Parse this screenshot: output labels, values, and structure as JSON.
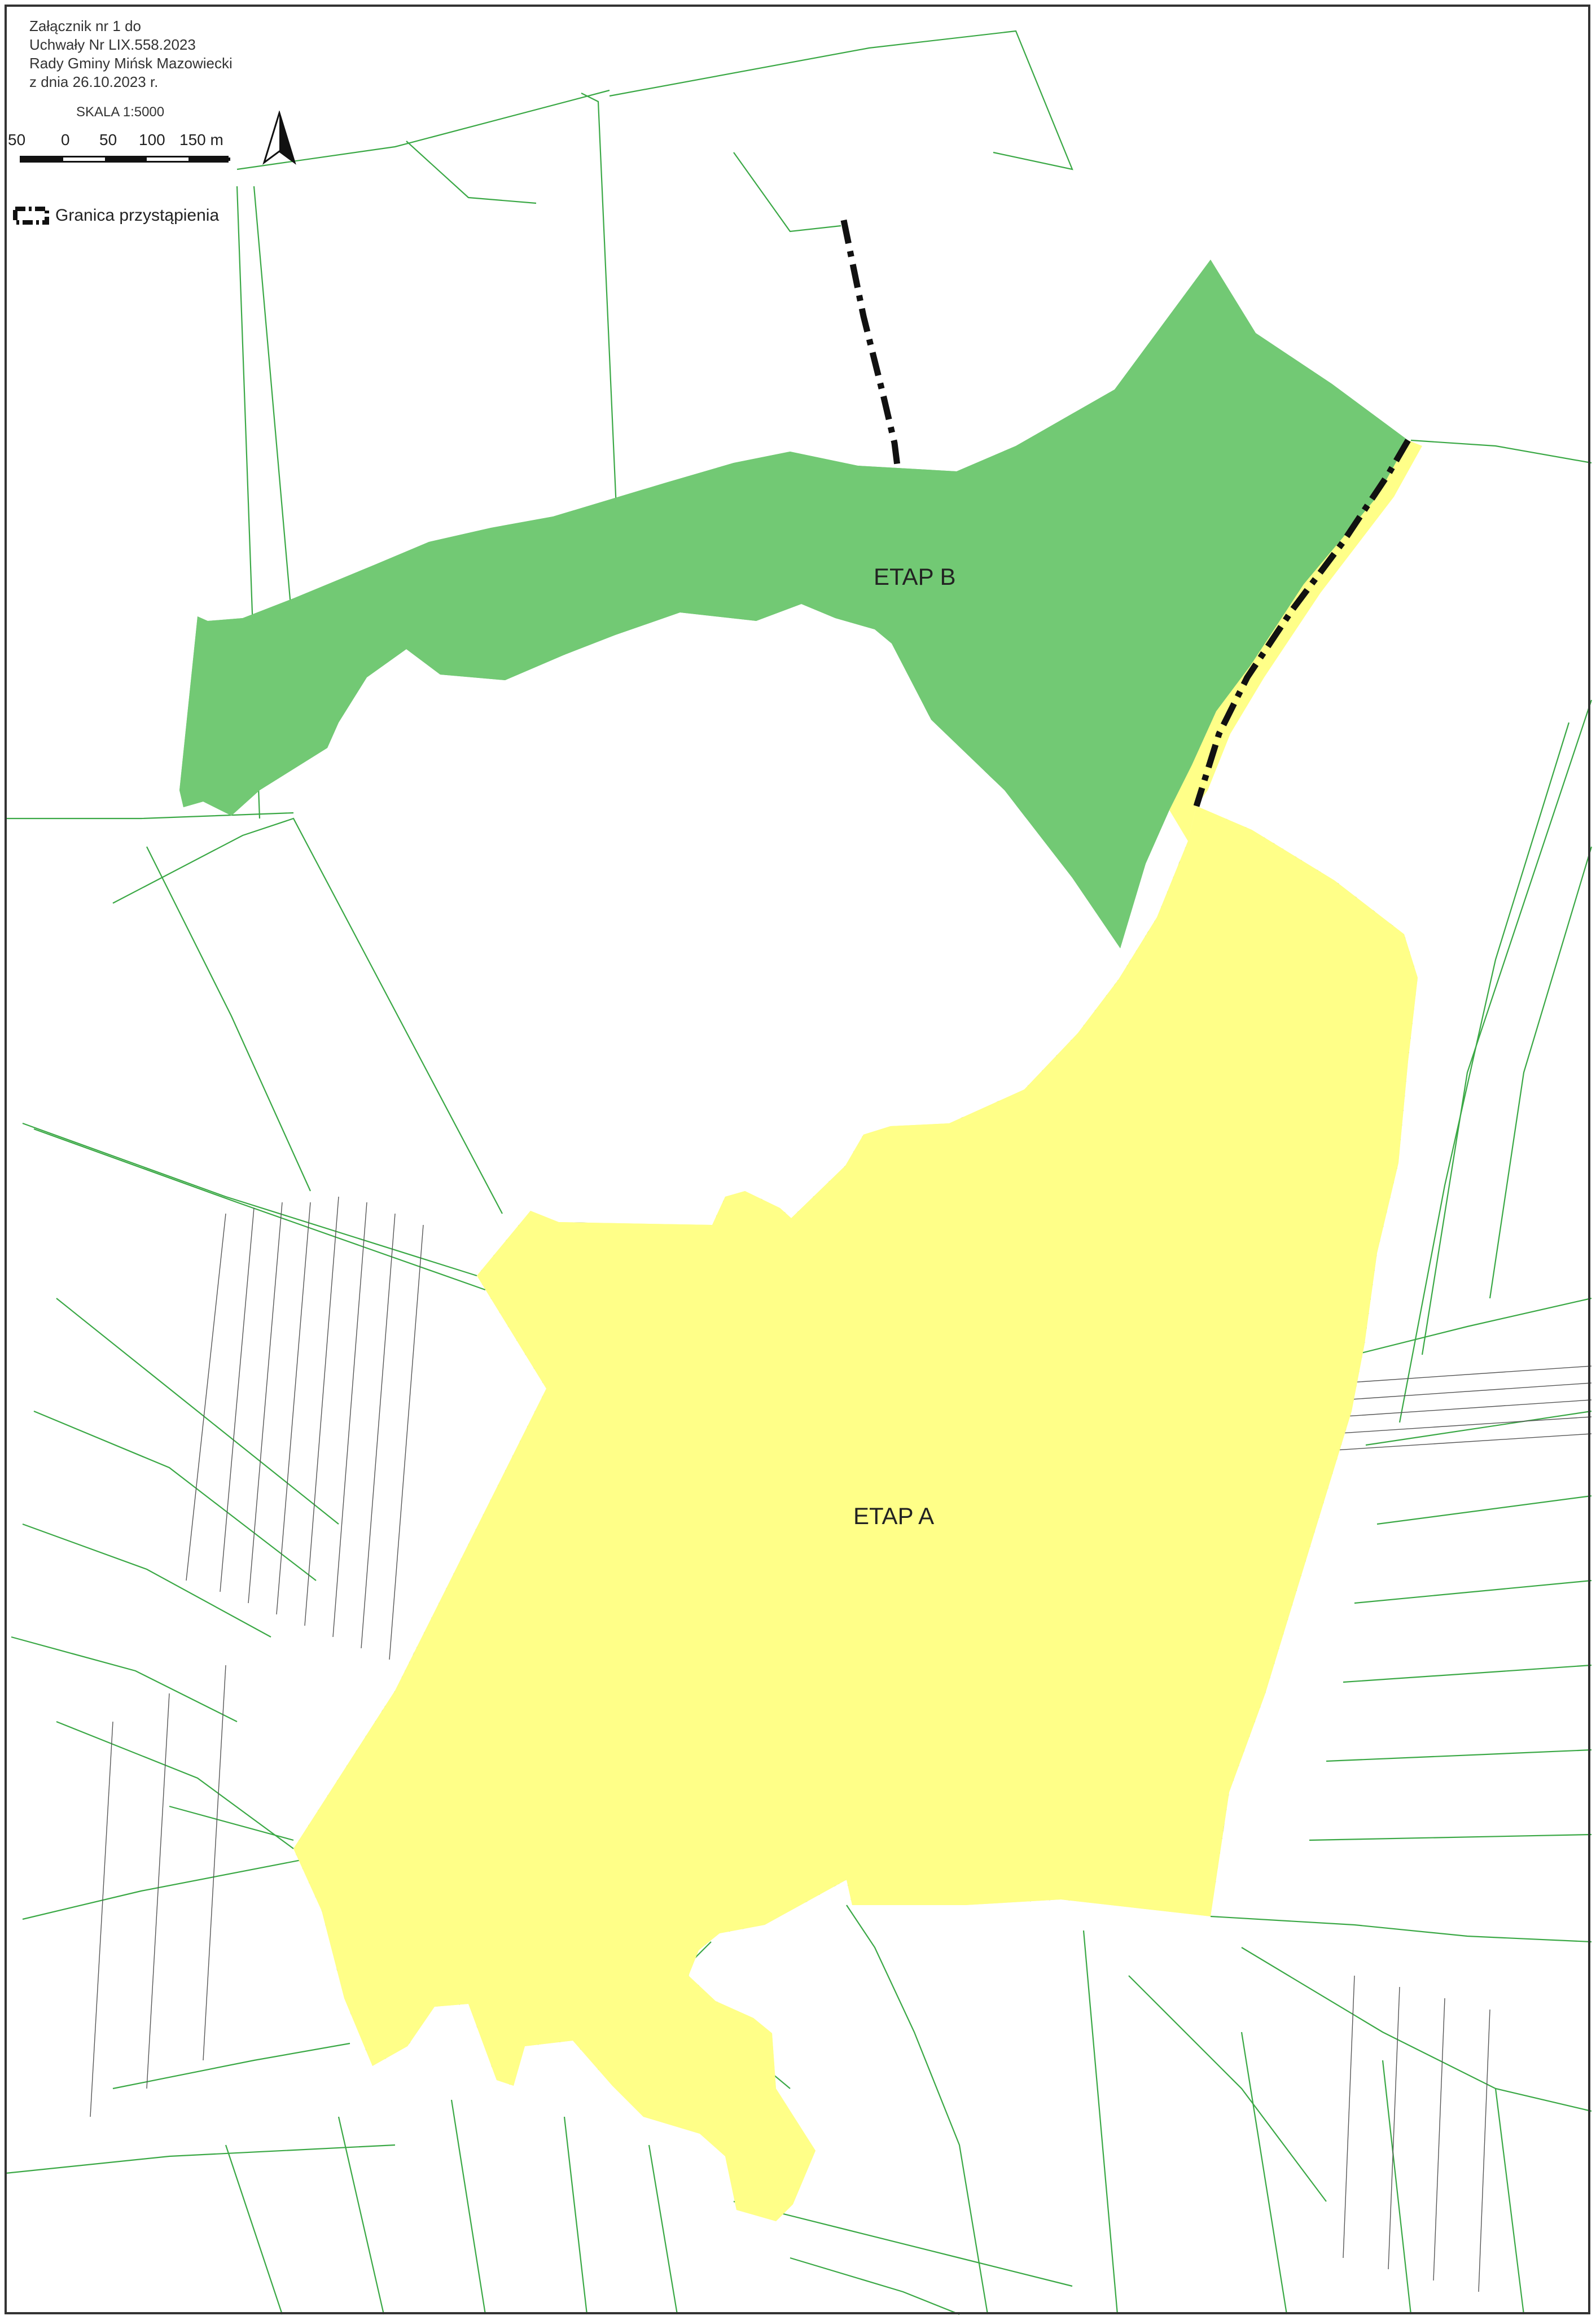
{
  "header": {
    "lines": [
      "Załącznik nr 1 do",
      "Uchwały Nr LIX.558.2023",
      "Rady Gminy Mińsk Mazowiecki",
      "z dnia 26.10.2023 r."
    ]
  },
  "scale": {
    "text": "SKALA 1:5000",
    "labels": [
      "50",
      "0",
      "50",
      "100",
      "150 m"
    ],
    "unit": "m"
  },
  "legend": {
    "boundary_label": "Granica przystąpienia"
  },
  "areas": {
    "stage_b": {
      "label": "ETAP B",
      "fill": "#72c974"
    },
    "stage_a": {
      "label": "ETAP A",
      "fill": "#ffff88"
    }
  },
  "colors": {
    "parcel_lines": "#3aa845",
    "building_lines": "#333333",
    "boundary": "#111111",
    "background": "#ffffff"
  },
  "icons": {
    "north_arrow": "north-arrow-icon"
  }
}
